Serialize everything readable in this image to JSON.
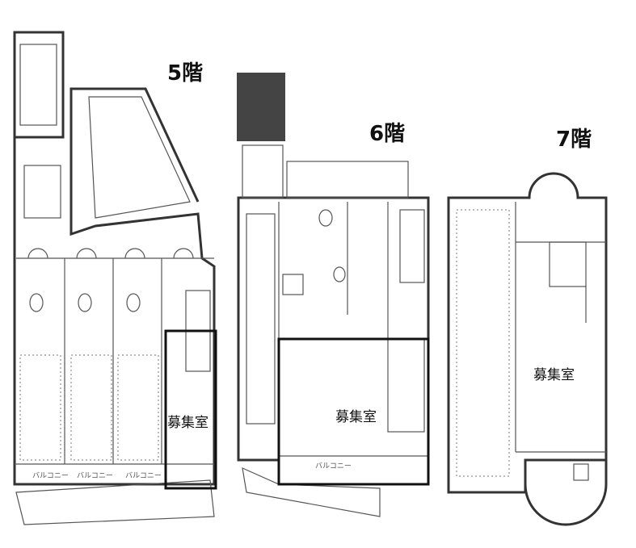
{
  "floors": [
    {
      "label": "5階",
      "available_room_label": "募集室"
    },
    {
      "label": "6階",
      "available_room_label": "募集室"
    },
    {
      "label": "7階",
      "available_room_label": "募集室"
    }
  ],
  "balcony_label": "バルコニー"
}
